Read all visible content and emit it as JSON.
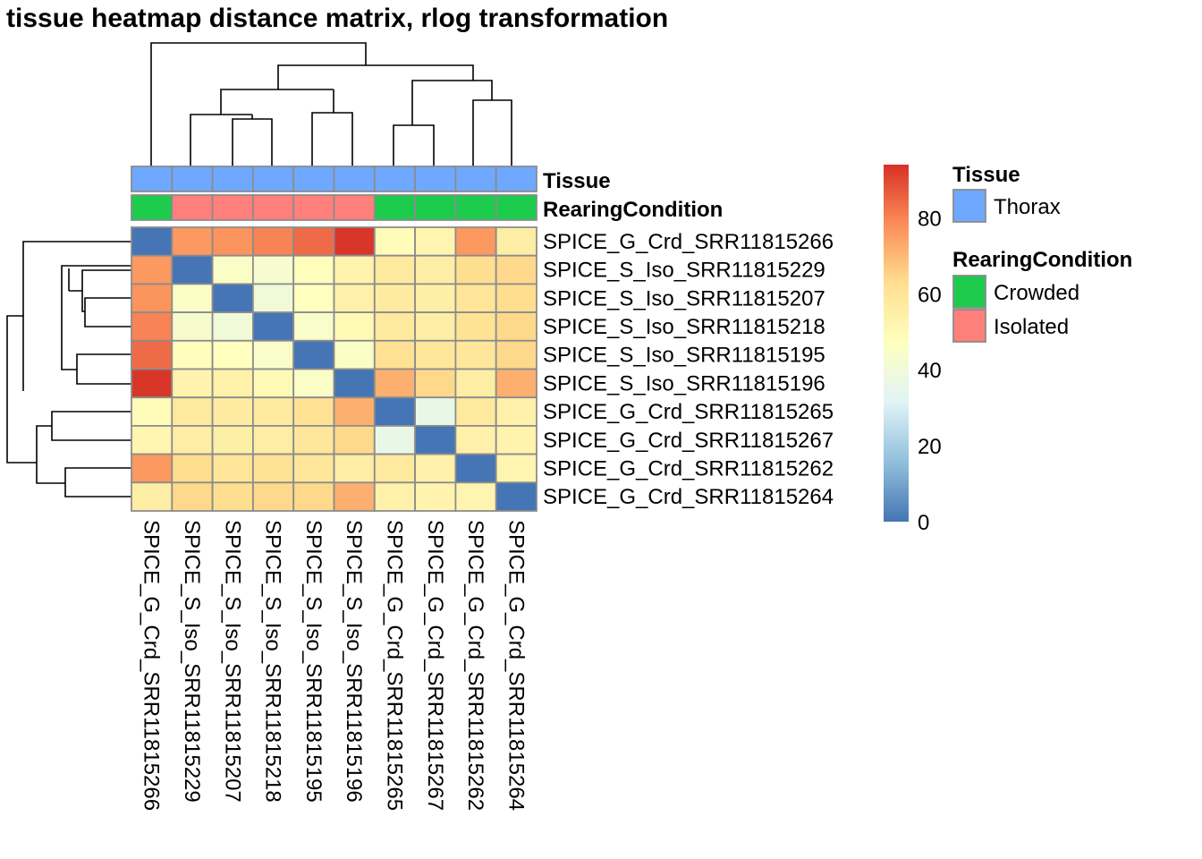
{
  "chart_data": {
    "type": "heatmap",
    "title": "tissue heatmap distance matrix, rlog transformation",
    "samples": [
      "SPICE_G_Crd_SRR11815266",
      "SPICE_S_Iso_SRR11815229",
      "SPICE_S_Iso_SRR11815207",
      "SPICE_S_Iso_SRR11815218",
      "SPICE_S_Iso_SRR11815195",
      "SPICE_S_Iso_SRR11815196",
      "SPICE_G_Crd_SRR11815265",
      "SPICE_G_Crd_SRR11815267",
      "SPICE_G_Crd_SRR11815262",
      "SPICE_G_Crd_SRR11815264"
    ],
    "matrix": [
      [
        0,
        76,
        77,
        80,
        84,
        93,
        49,
        52,
        76,
        56
      ],
      [
        76,
        0,
        45,
        43,
        48,
        53,
        58,
        56,
        63,
        64
      ],
      [
        77,
        45,
        0,
        40,
        47,
        54,
        57,
        55,
        60,
        63
      ],
      [
        80,
        43,
        40,
        0,
        44,
        50,
        58,
        56,
        61,
        64
      ],
      [
        84,
        48,
        47,
        44,
        0,
        45,
        62,
        59,
        59,
        64
      ],
      [
        93,
        53,
        54,
        50,
        45,
        0,
        72,
        64,
        56,
        72
      ],
      [
        49,
        58,
        57,
        58,
        62,
        72,
        0,
        36,
        58,
        54
      ],
      [
        52,
        56,
        55,
        56,
        59,
        64,
        36,
        0,
        54,
        53
      ],
      [
        76,
        63,
        60,
        61,
        59,
        56,
        58,
        54,
        0,
        52
      ],
      [
        56,
        64,
        63,
        64,
        64,
        72,
        54,
        53,
        52,
        0
      ]
    ],
    "color_scale": {
      "min": 0,
      "max": 94,
      "ticks": [
        0,
        20,
        40,
        60,
        80
      ],
      "colors": [
        "#4575B4",
        "#91BFDB",
        "#E0F3F8",
        "#FFFFBF",
        "#FEE090",
        "#FC8D59",
        "#D73027"
      ]
    },
    "annotations": {
      "Tissue": [
        "Thorax",
        "Thorax",
        "Thorax",
        "Thorax",
        "Thorax",
        "Thorax",
        "Thorax",
        "Thorax",
        "Thorax",
        "Thorax"
      ],
      "RearingCondition": [
        "Crowded",
        "Isolated",
        "Isolated",
        "Isolated",
        "Isolated",
        "Isolated",
        "Crowded",
        "Crowded",
        "Crowded",
        "Crowded"
      ]
    },
    "annotation_colors": {
      "Thorax": "#6FA8FF",
      "Crowded": "#1DCC4C",
      "Isolated": "#FF7F7B"
    },
    "legend": {
      "Tissue": [
        "Thorax"
      ],
      "RearingCondition": [
        "Crowded",
        "Isolated"
      ]
    },
    "grid_color": "#8C8C8C",
    "clustered_rows": true,
    "clustered_columns": true
  },
  "labels": {
    "title": "tissue heatmap distance matrix, rlog transformation",
    "ann_tissue": "Tissue",
    "ann_rearing": "RearingCondition"
  }
}
